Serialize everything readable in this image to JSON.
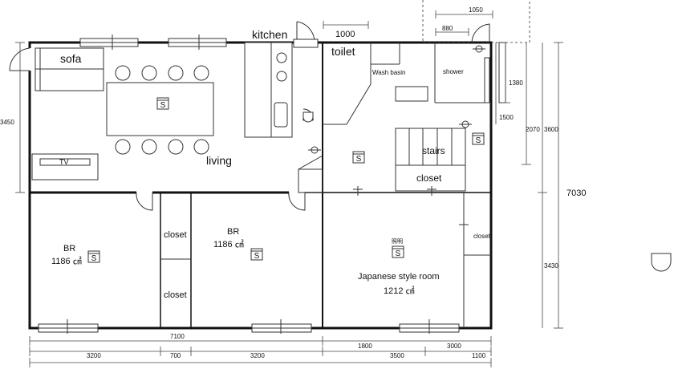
{
  "rooms": {
    "sofa": "sofa",
    "kitchen": "kitchen",
    "toilet": "toilet",
    "wash_basin": "Wash basin",
    "shower": "shower",
    "living": "living",
    "tv": "TV",
    "stairs": "stairs",
    "closet_hall": "closet",
    "closet_right": "closet",
    "closet_upper": "closet",
    "closet_lower": "closet",
    "br_left": "BR",
    "br_left_area": "1186 ㎠",
    "br_middle": "BR",
    "br_middle_area": "1186 ㎠",
    "japanese": "Japanese style room",
    "japanese_area": "1212 ㎠",
    "japanese_small": "照明"
  },
  "symbols": {
    "outlet": "S"
  },
  "dimensions": {
    "bottom_total": "7100",
    "b_3200_a": "3200",
    "b_700": "700",
    "b_3200_b": "3200",
    "b_1800": "1800",
    "b_3500": "3500",
    "b_3000": "3000",
    "b_1100": "1100",
    "right_total": "7030",
    "right_3600": "3600",
    "right_3430": "3430",
    "right_2070": "2070",
    "right_1500": "1500",
    "right_1380": "1380",
    "left_3450": "3450",
    "top_1000": "1000",
    "top_1050": "1050",
    "top_880": "880"
  }
}
